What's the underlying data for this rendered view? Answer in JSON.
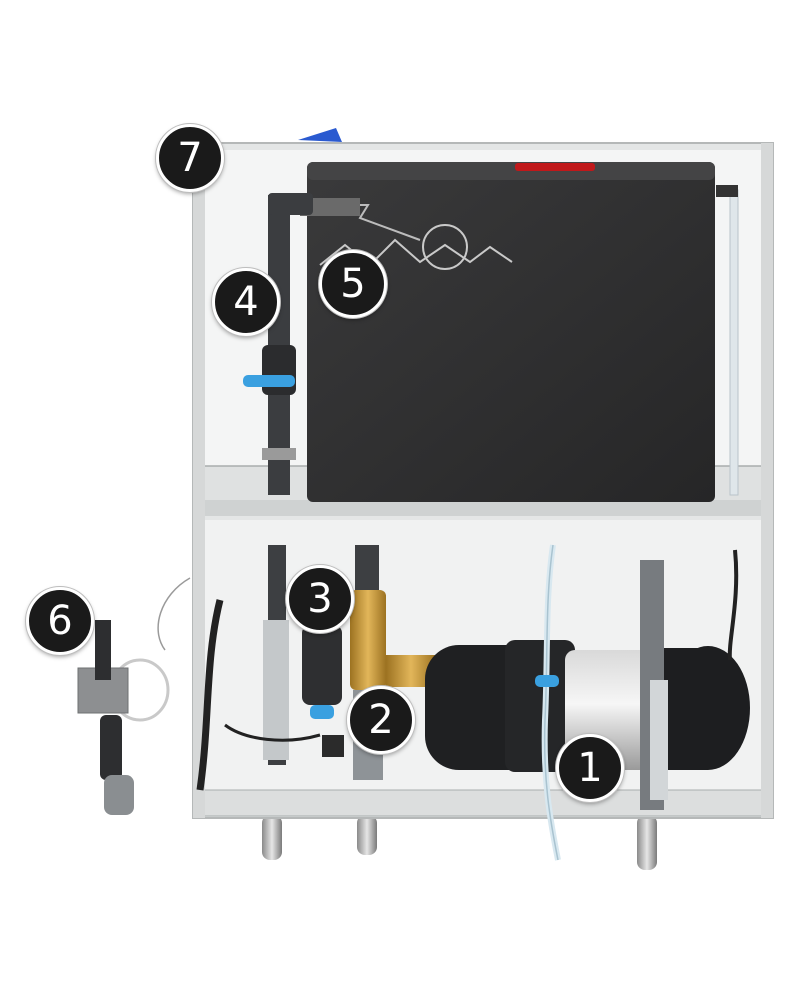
{
  "callouts": [
    {
      "id": "1",
      "label": "1"
    },
    {
      "id": "2",
      "label": "2"
    },
    {
      "id": "3",
      "label": "3"
    },
    {
      "id": "4",
      "label": "4"
    },
    {
      "id": "5",
      "label": "5"
    },
    {
      "id": "6",
      "label": "6"
    },
    {
      "id": "7",
      "label": "7"
    }
  ],
  "colors": {
    "cabinet": "#eceeee",
    "tank": "#2f2f30",
    "valve_handle": "#3aa0e0",
    "brass": "#c99a3a",
    "callout_fill": "#1a1a1a"
  }
}
